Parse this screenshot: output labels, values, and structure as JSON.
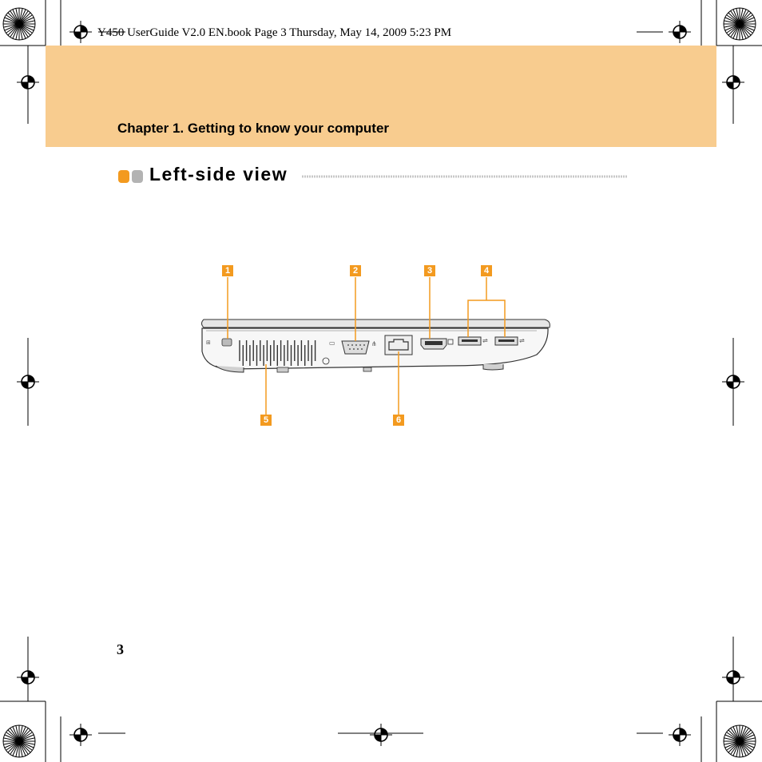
{
  "header": {
    "book_info": "Y450 UserGuide V2.0 EN.book  Page 3  Thursday, May 14, 2009  5:23 PM",
    "chapter_title": "Chapter 1. Getting to know your computer"
  },
  "section": {
    "title": "Left-side view"
  },
  "figure": {
    "callouts": [
      "1",
      "2",
      "3",
      "4",
      "5",
      "6"
    ]
  },
  "footer": {
    "page_number": "3"
  },
  "colors": {
    "band": "#f8cc8f",
    "accent": "#f39a1f",
    "bullet_gray": "#b3b3b3"
  }
}
